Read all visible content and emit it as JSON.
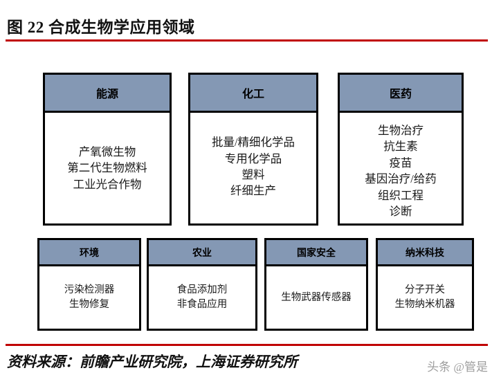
{
  "title": "图 22 合成生物学应用领域",
  "accent_color": "#C00000",
  "header_fill_color": "#8498B4",
  "border_color": "#000000",
  "diagram": {
    "row1": [
      {
        "header": "能源",
        "items": [
          "产氧微生物",
          "第二代生物燃料",
          "工业光合作物"
        ]
      },
      {
        "header": "化工",
        "items": [
          "批量/精细化学品",
          "专用化学品",
          "塑料",
          "纤细生产"
        ]
      },
      {
        "header": "医药",
        "items": [
          "生物治疗",
          "抗生素",
          "疫苗",
          "基因治疗/给药",
          "组织工程",
          "诊断"
        ]
      }
    ],
    "row2": [
      {
        "header": "环境",
        "items": [
          "污染检测器",
          "生物修复"
        ]
      },
      {
        "header": "农业",
        "items": [
          "食品添加剂",
          "非食品应用"
        ]
      },
      {
        "header": "国家安全",
        "items": [
          "生物武器传感器"
        ]
      },
      {
        "header": "纳米科技",
        "items": [
          "分子开关",
          "生物纳米机器"
        ]
      }
    ]
  },
  "footer": {
    "source": "资料来源：前瞻产业研究院，上海证券研究所",
    "watermark": "头条 @管是"
  }
}
